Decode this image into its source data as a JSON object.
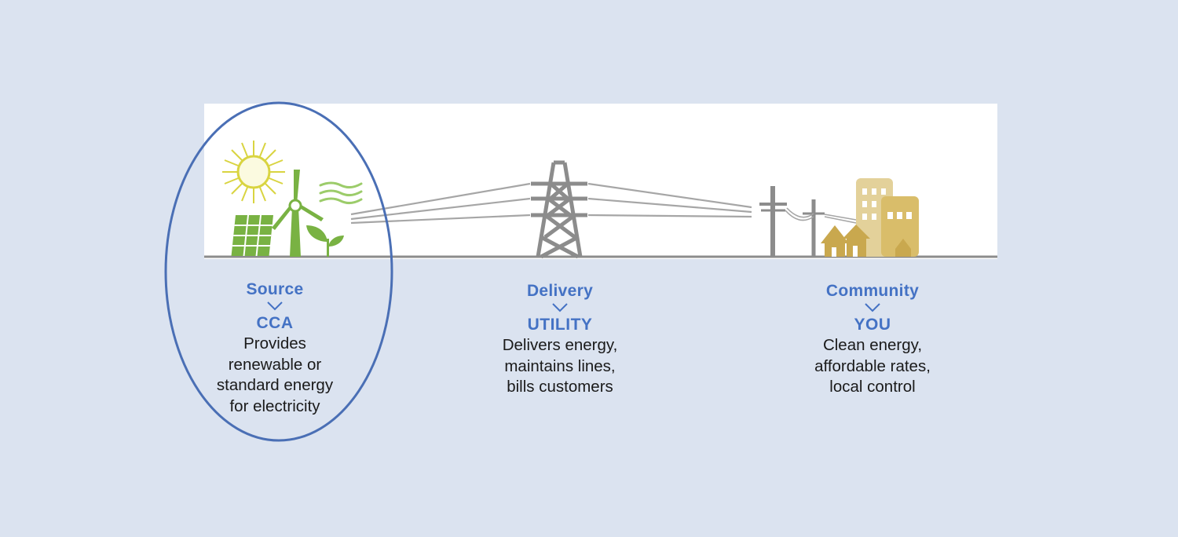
{
  "colors": {
    "background": "#dbe3f0",
    "accent": "#4472c4",
    "text": "#1a1a1a",
    "green": "#79b243",
    "gray": "#8c8c8c",
    "tan": "#c9a84e",
    "highlight": "#4a6fb5"
  },
  "source": {
    "heading": "Source",
    "role": "CCA",
    "lines": [
      "Provides",
      "renewable or",
      "standard energy",
      "for electricity"
    ]
  },
  "delivery": {
    "heading": "Delivery",
    "role": "UTILITY",
    "lines": [
      "Delivers energy,",
      "maintains lines,",
      "bills customers"
    ]
  },
  "community": {
    "heading": "Community",
    "role": "YOU",
    "lines": [
      "Clean energy,",
      "affordable rates,",
      "local control"
    ]
  }
}
